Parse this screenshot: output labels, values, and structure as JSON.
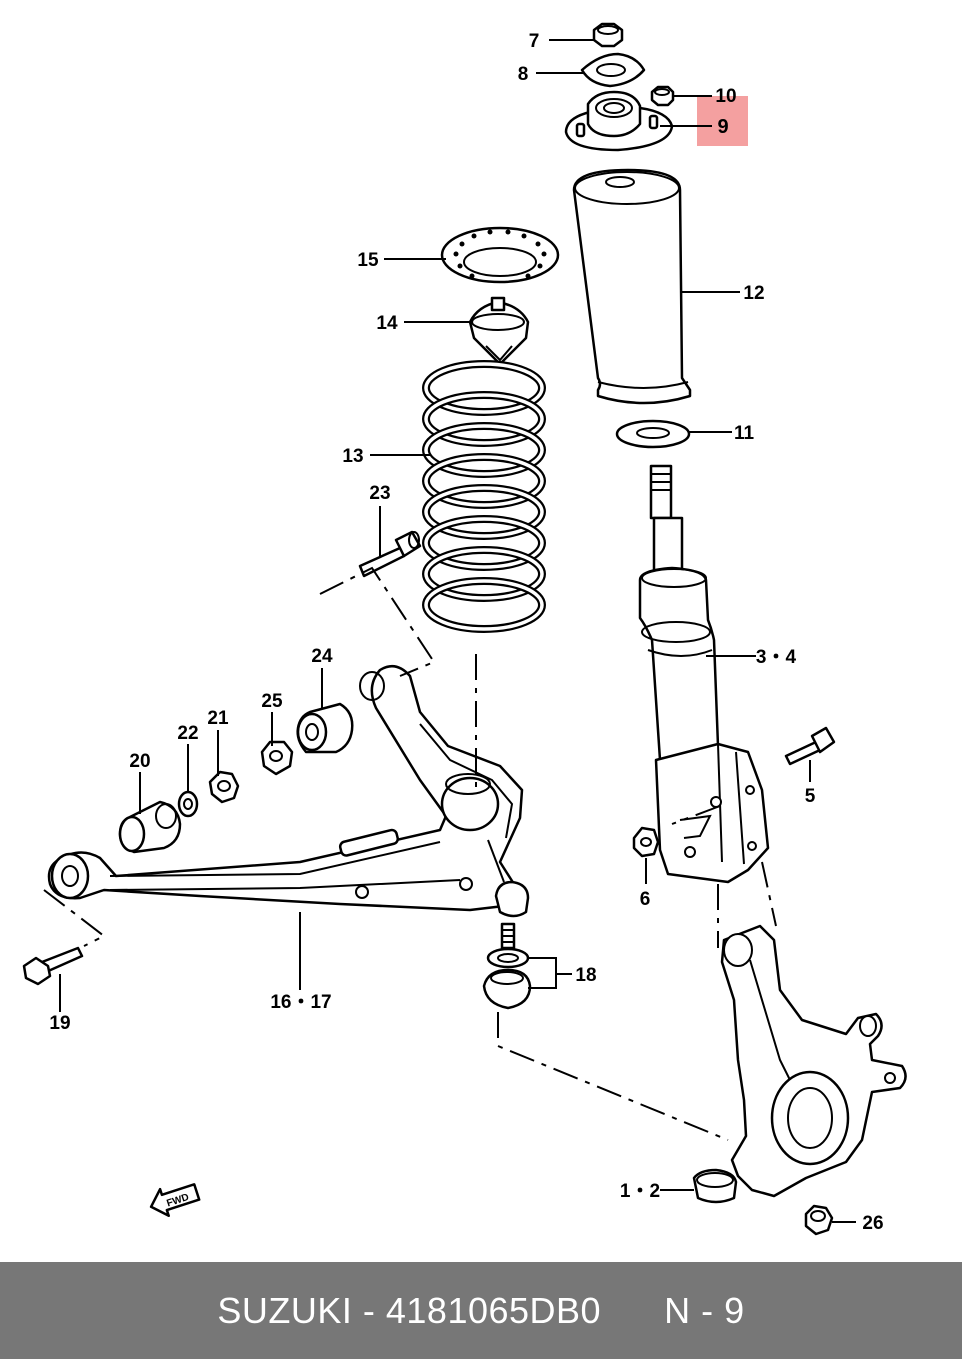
{
  "callouts": {
    "c7": "7",
    "c8": "8",
    "c10": "10",
    "c9": "9",
    "c15": "15",
    "c12": "12",
    "c14": "14",
    "c11": "11",
    "c13": "13",
    "c23": "23",
    "c34": "3・4",
    "c24": "24",
    "c25": "25",
    "c21": "21",
    "c22": "22",
    "c20": "20",
    "c5": "5",
    "c6": "6",
    "c18": "18",
    "c19": "19",
    "c1617": "16・17",
    "c12b": "1・2",
    "c26": "26"
  },
  "highlight": {
    "color": "#f4a0a0",
    "part": "9"
  },
  "fwd_label": "FWD",
  "footer": {
    "brand": "SUZUKI",
    "separator": " - ",
    "part_number": "4181065DB0",
    "ref": "N - 9",
    "background": "#777777",
    "text_color": "#ffffff"
  }
}
